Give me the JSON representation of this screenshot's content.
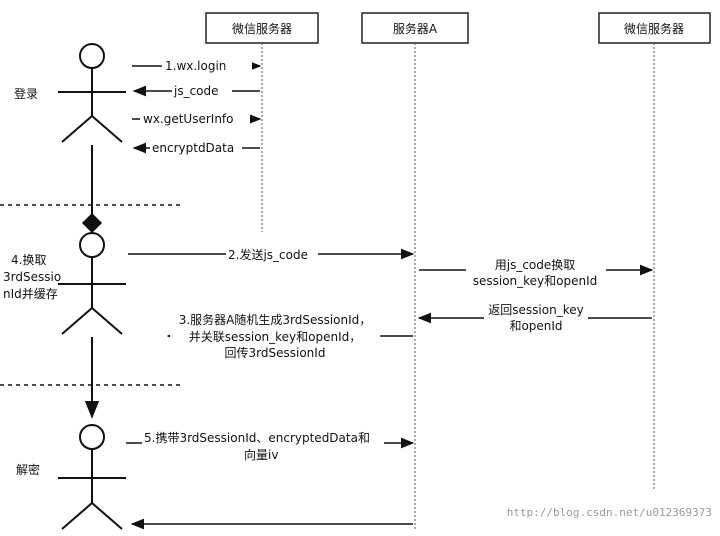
{
  "participants": {
    "wechat_server_1": "微信服务器",
    "server_a": "服务器A",
    "wechat_server_2": "微信服务器"
  },
  "sections": {
    "login": [
      "登录"
    ],
    "exchange": [
      "4.换取",
      "3rdSessio",
      "nId并缓存"
    ],
    "decrypt": [
      "解密"
    ]
  },
  "messages": {
    "wx_login": [
      "1.wx.login"
    ],
    "js_code": [
      "js_code"
    ],
    "get_user_info": [
      "wx.getUserInfo"
    ],
    "encrypted_data": [
      "encryptdData"
    ],
    "send_js_code": [
      "2.发送js_code"
    ],
    "exchange_session": [
      "用js_code换取",
      "session_key和openId"
    ],
    "return_session": [
      "返回session_key",
      "和openId"
    ],
    "generate_session": [
      "3.服务器A随机生成3rdSessionId，",
      "并关联session_key和openId，",
      "回传3rdSessionId"
    ],
    "carry_session": [
      "5.携带3rdSessionId、encryptedData和",
      "向量iv"
    ]
  },
  "watermark": "http://blog.csdn.net/u012369373"
}
